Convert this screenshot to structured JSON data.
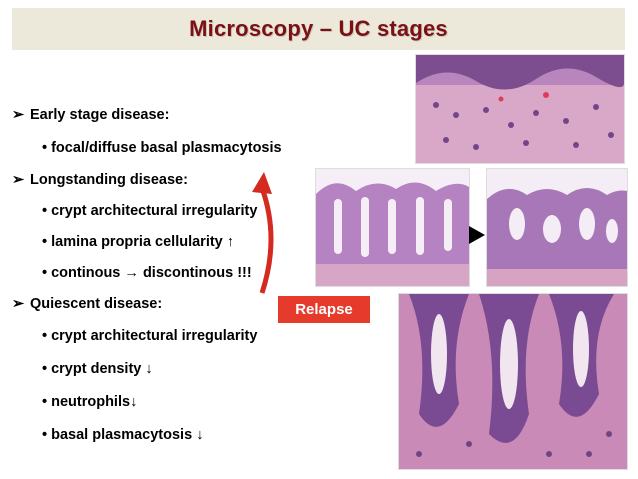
{
  "title": "Microscopy – UC stages",
  "bullets": {
    "early_head": "Early stage disease:",
    "early_1": "• focal/diffuse basal plasmacytosis",
    "long_head": "Longstanding disease:",
    "long_1": "• crypt architectural irregularity",
    "long_2": "• lamina propria cellularity",
    "long_2_arrow": "↑",
    "long_3a": "• continous",
    "long_3_arrow": "→",
    "long_3b": "discontinous !!!",
    "quiet_head": "Quiescent disease:",
    "quiet_1": "• crypt architectural irregularity",
    "quiet_2": "• crypt density",
    "quiet_2_arrow": "↓",
    "quiet_3": "• neutrophils",
    "quiet_3_arrow": "↓",
    "quiet_4": "• basal plasmacytosis",
    "quiet_4_arrow": "↓"
  },
  "relapse_label": "Relapse",
  "icons": {
    "head_bullet": "➢",
    "curved_arrow": "curved-arrow-icon",
    "triangle": "triangle-right-icon"
  },
  "colors": {
    "title": "#7b1015",
    "title_bg": "#ece8da",
    "relapse_bg": "#e53a2c",
    "arrow": "#d42a1f"
  }
}
